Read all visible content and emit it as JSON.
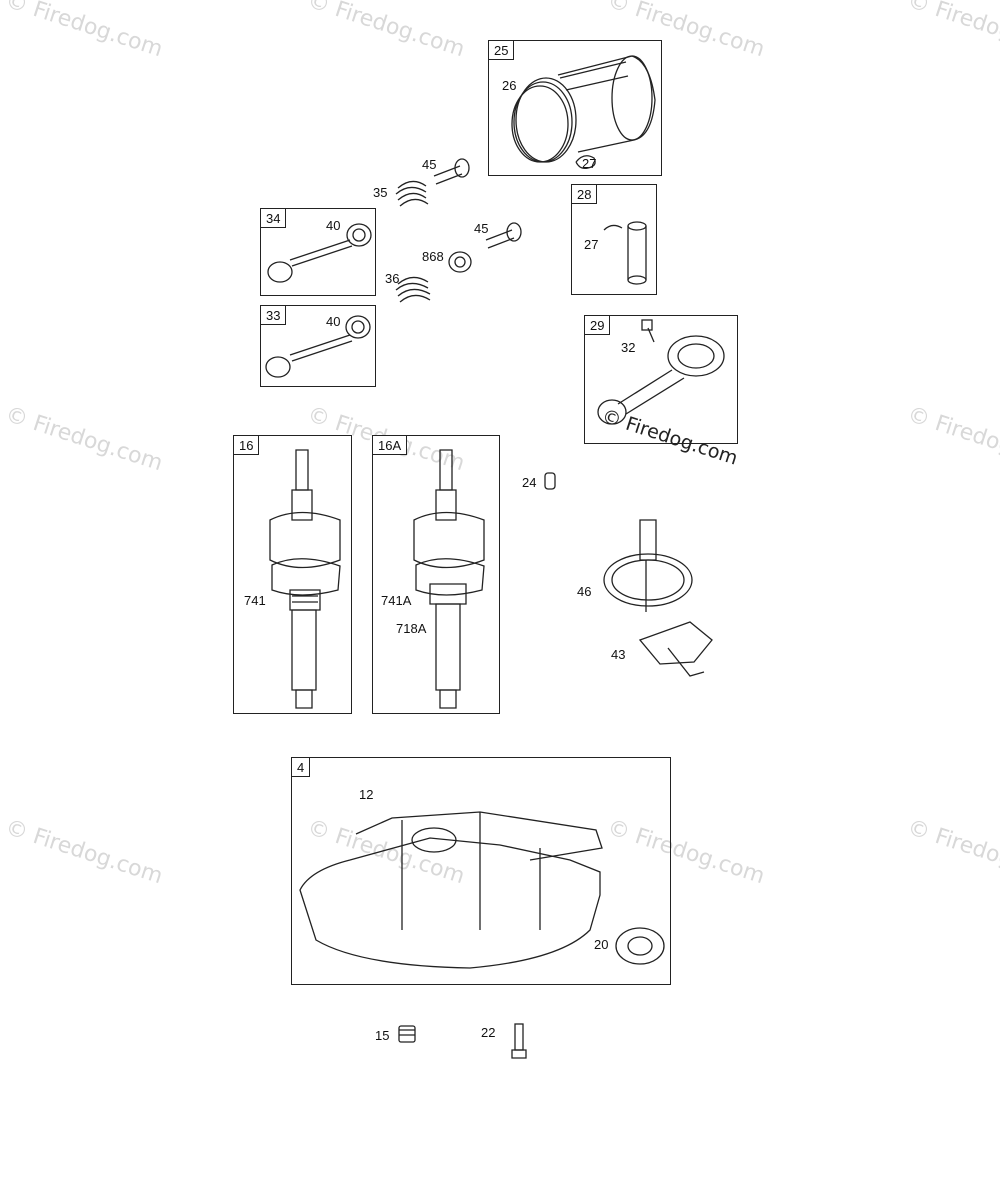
{
  "watermark": {
    "text": "© Firedog.com"
  },
  "boxes": [
    {
      "id": "25"
    },
    {
      "id": "28"
    },
    {
      "id": "34"
    },
    {
      "id": "33"
    },
    {
      "id": "29"
    },
    {
      "id": "16"
    },
    {
      "id": "16A"
    },
    {
      "id": "4"
    }
  ],
  "labels": {
    "l26": "26",
    "l27a": "27",
    "l45a": "45",
    "l35": "35",
    "l40a": "40",
    "l45b": "45",
    "l868": "868",
    "l36": "36",
    "l27b": "27",
    "l40b": "40",
    "l32": "32",
    "l24": "24",
    "l741": "741",
    "l741A": "741A",
    "l718A": "718A",
    "l46": "46",
    "l43": "43",
    "l12": "12",
    "l20": "20",
    "l15": "15",
    "l22": "22"
  }
}
